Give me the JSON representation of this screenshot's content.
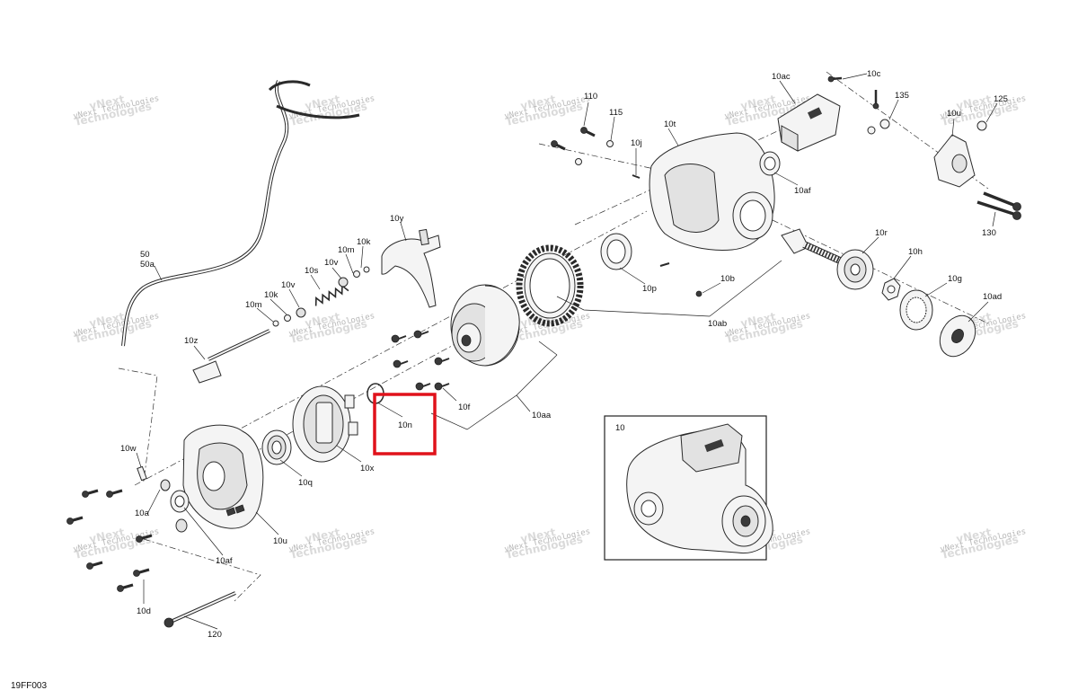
{
  "diagram": {
    "code": "19FF003",
    "watermark": {
      "line1": "vNext",
      "line2": "Technologies",
      "full": "vNext Technologies"
    },
    "inset_label": "10",
    "highlight_color": "#e0121b",
    "callouts": {
      "c50": "50",
      "c50a": "50a",
      "c10y": "10y",
      "c10k_top": "10k",
      "c10m_top": "10m",
      "c10v_top": "10v",
      "c10s": "10s",
      "c10v_mid": "10v",
      "c10k_mid": "10k",
      "c10m_mid": "10m",
      "c10z": "10z",
      "c10w": "10w",
      "c10a": "10a",
      "c10af_left": "10af",
      "c10d": "10d",
      "c120": "120",
      "c10u": "10u",
      "c10q": "10q",
      "c10x": "10x",
      "c10n": "10n",
      "c10f": "10f",
      "c10aa": "10aa",
      "c10ab": "10ab",
      "c10p": "10p",
      "c10b": "10b",
      "c110": "110",
      "c115": "115",
      "c10j": "10j",
      "c10t": "10t",
      "c10ac": "10ac",
      "c10c": "10c",
      "c135": "135",
      "c10u_right": "10u",
      "c125": "125",
      "c10af_right": "10af",
      "c130": "130",
      "c10r": "10r",
      "c10h": "10h",
      "c10g": "10g",
      "c10ad": "10ad"
    }
  }
}
